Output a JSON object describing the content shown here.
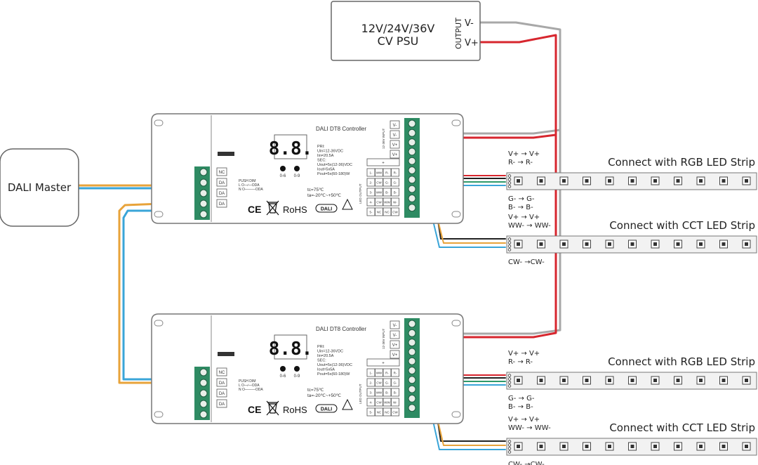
{
  "psu": {
    "title": "12V/24V/36V",
    "subtitle": "CV PSU",
    "output_label": "OUTPUT",
    "vminus": "V-",
    "vplus": "V+"
  },
  "master": {
    "label": "DALI Master"
  },
  "controllers": [
    {
      "title": "DALI DT8 Controller",
      "digits": "8.8.",
      "knob_labels": [
        "0-6",
        "0-9"
      ],
      "specs": [
        "PRI:",
        "Uin=12-36VDC",
        "Iin=20.5A",
        "SEC:",
        "Uout=5x(12-36)VDC",
        "Iout=5x5A",
        "Pout=5x(60-180)W"
      ],
      "temps": [
        "tc=75℃",
        "ta=-20℃~+50℃"
      ],
      "push_dim": [
        "PUSH DIM",
        "L O—∕—ODA",
        "N O———ODA"
      ],
      "marks": {
        "ce": "CE",
        "rohs": "RoHS",
        "dali": "DALI"
      },
      "input_terminals": [
        "NC",
        "DA",
        "DA",
        "DA"
      ],
      "power_pins": [
        "V-",
        "V-",
        "V+",
        "V+"
      ],
      "output_rows": [
        [
          "+"
        ],
        [
          "1-",
          "WW",
          "R-",
          "R-"
        ],
        [
          "2-",
          "CW",
          "G-",
          "G-"
        ],
        [
          "3-",
          "WW",
          "B-",
          "B-"
        ],
        [
          "4-",
          "CW",
          "WW",
          "W-"
        ],
        [
          "5-",
          "NC",
          "NC",
          "CW"
        ]
      ],
      "side_label_top": "12-36V INPUT",
      "side_label_out": "LED OUTPUT"
    },
    {
      "title": "DALI DT8 Controller",
      "digits": "8.8.",
      "knob_labels": [
        "0-6",
        "0-9"
      ],
      "specs": [
        "PRI:",
        "Uin=12-36VDC",
        "Iin=20.5A",
        "SEC:",
        "Uout=5x(12-36)VDC",
        "Iout=5x5A",
        "Pout=5x(60-180)W"
      ],
      "temps": [
        "tc=75℃",
        "ta=-20℃~+50℃"
      ],
      "push_dim": [
        "PUSH DIM",
        "L O—∕—ODA",
        "N O———ODA"
      ],
      "marks": {
        "ce": "CE",
        "rohs": "RoHS",
        "dali": "DALI"
      },
      "input_terminals": [
        "NC",
        "DA",
        "DA",
        "DA"
      ],
      "power_pins": [
        "V-",
        "V-",
        "V+",
        "V+"
      ],
      "output_rows": [
        [
          "+"
        ],
        [
          "1-",
          "WW",
          "R-",
          "R-"
        ],
        [
          "2-",
          "CW",
          "G-",
          "G-"
        ],
        [
          "3-",
          "WW",
          "B-",
          "B-"
        ],
        [
          "4-",
          "CW",
          "WW",
          "W-"
        ],
        [
          "5-",
          "NC",
          "NC",
          "CW"
        ]
      ],
      "side_label_top": "12-36V INPUT",
      "side_label_out": "LED OUTPUT"
    }
  ],
  "strips": [
    {
      "title": "Connect with RGB LED Strip",
      "top_left": "V+",
      "top_right": "V+",
      "mid_left": "R-",
      "mid_right": "R-",
      "bot1_left": "G-",
      "bot1_right": "G-",
      "bot2_left": "B-",
      "bot2_right": "B-"
    },
    {
      "title": "Connect with CCT LED Strip",
      "top_left": "V+",
      "top_right": "V+",
      "mid_left": "WW-",
      "mid_right": "WW-",
      "bot1_left": "CW-",
      "bot1_right": "CW-"
    },
    {
      "title": "Connect with RGB LED Strip",
      "top_left": "V+",
      "top_right": "V+",
      "mid_left": "R-",
      "mid_right": "R-",
      "bot1_left": "G-",
      "bot1_right": "G-",
      "bot2_left": "B-",
      "bot2_right": "B-"
    },
    {
      "title": "Connect with CCT LED Strip",
      "top_left": "V+",
      "top_right": "V+",
      "mid_left": "WW-",
      "mid_right": "WW-",
      "bot1_left": "CW-",
      "bot1_right": "CW-"
    }
  ],
  "colors": {
    "red": "#d7262e",
    "grey": "#a8a8a8",
    "orange": "#e8a33a",
    "blue": "#3aa5d8",
    "green": "#2f9a6a",
    "terminal": "#2e8b63",
    "black": "#222222"
  }
}
